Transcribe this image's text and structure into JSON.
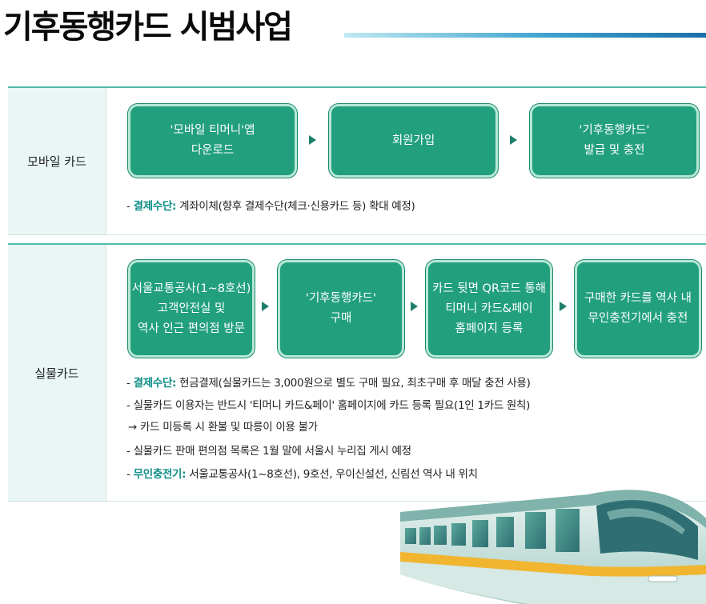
{
  "title": "기후동행카드 시범사업",
  "mobile": {
    "label": "모바일 카드",
    "steps": [
      "'모바일 티머니'앱\n다운로드",
      "회원가입",
      "'기후동행카드'\n발급 및 충전"
    ],
    "notes": [
      {
        "prefix": "- ",
        "key": "결제수단:",
        "text": " 계좌이체(향후 결제수단(체크·신용카드 등) 확대 예정)"
      }
    ]
  },
  "physical": {
    "label": "실물카드",
    "steps": [
      "서울교통공사(1~8호선)\n고객안전실 및\n역사 인근 편의점 방문",
      "'기후동행카드'\n구매",
      "카드 뒷면 QR코드 통해\n티머니 카드&페이\n홈페이지 등록",
      "구매한 카드를 역사 내\n무인충전기에서 충전"
    ],
    "notes": [
      {
        "prefix": "- ",
        "key": "결제수단:",
        "text": " 현금결제(실물카드는 3,000원으로 별도 구매 필요, 최초구매 후 매달 충전 사용)"
      },
      {
        "prefix": "- ",
        "key": "",
        "text": "실물카드 이용자는 반드시 '티머니 카드&페이' 홈페이지에 카드 등록 필요(1인 1카드 원칙)"
      },
      {
        "prefix": "",
        "key": "",
        "text": "  → 카드 미등록 시 환불 및 따릉이 이용 불가"
      },
      {
        "prefix": "- ",
        "key": "",
        "text": "실물카드 판매 편의점 목록은 1월 말에 서울시 누리집 게시 예정"
      },
      {
        "prefix": "- ",
        "key": "무인충전기:",
        "text": " 서울교통공사(1~8호선), 9호선, 우이신설선, 신림선 역사 내 위치"
      }
    ]
  },
  "colors": {
    "accent": "#22a07e",
    "highlight": "#0e8f86",
    "label_bg": "#e9f6f5"
  }
}
